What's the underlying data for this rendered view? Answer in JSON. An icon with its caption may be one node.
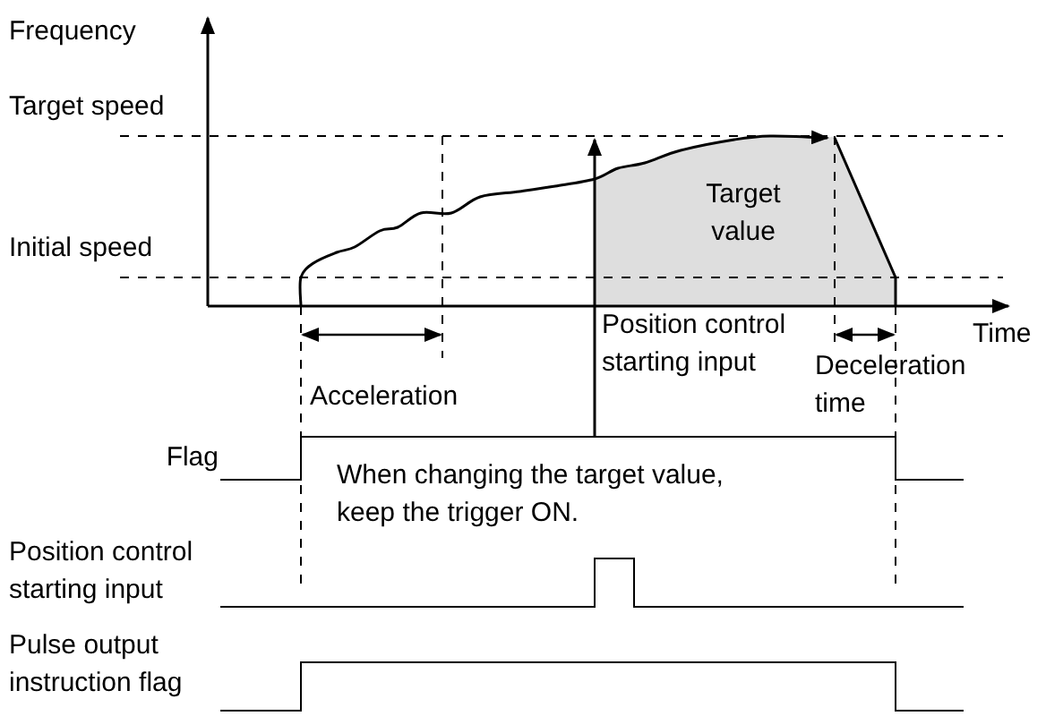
{
  "diagram": {
    "labels": [
      "Frequency",
      "Target speed",
      "Target value",
      "Initial speed",
      "Time",
      "Position control starting input",
      "Acceleration",
      "Deceleration time",
      "Flag",
      "When changing the target value, keep the trigger ON.",
      "Position control starting input",
      "Pulse output instruction flag"
    ]
  }
}
